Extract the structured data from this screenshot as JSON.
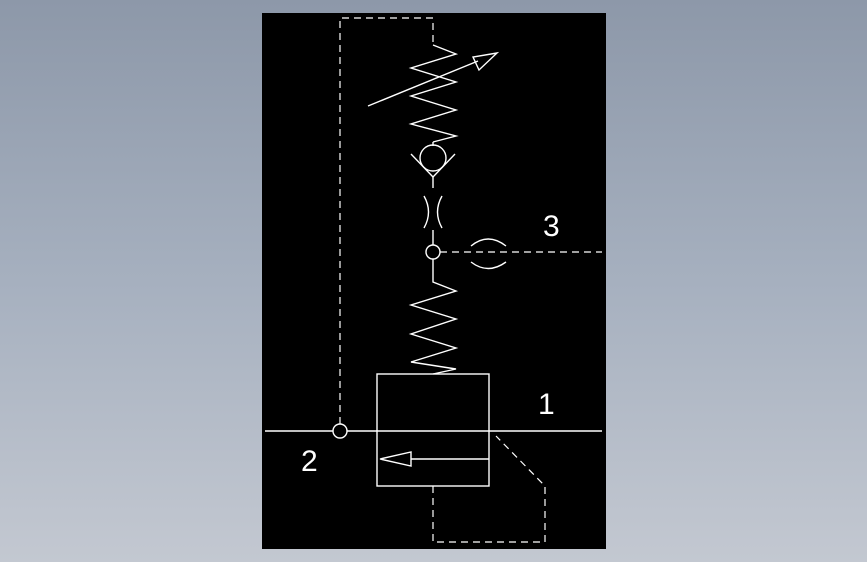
{
  "diagram": {
    "background_color": "#000000",
    "line_color": "#ffffff",
    "ports": {
      "port_1": "1",
      "port_2": "2",
      "port_3": "3"
    }
  }
}
